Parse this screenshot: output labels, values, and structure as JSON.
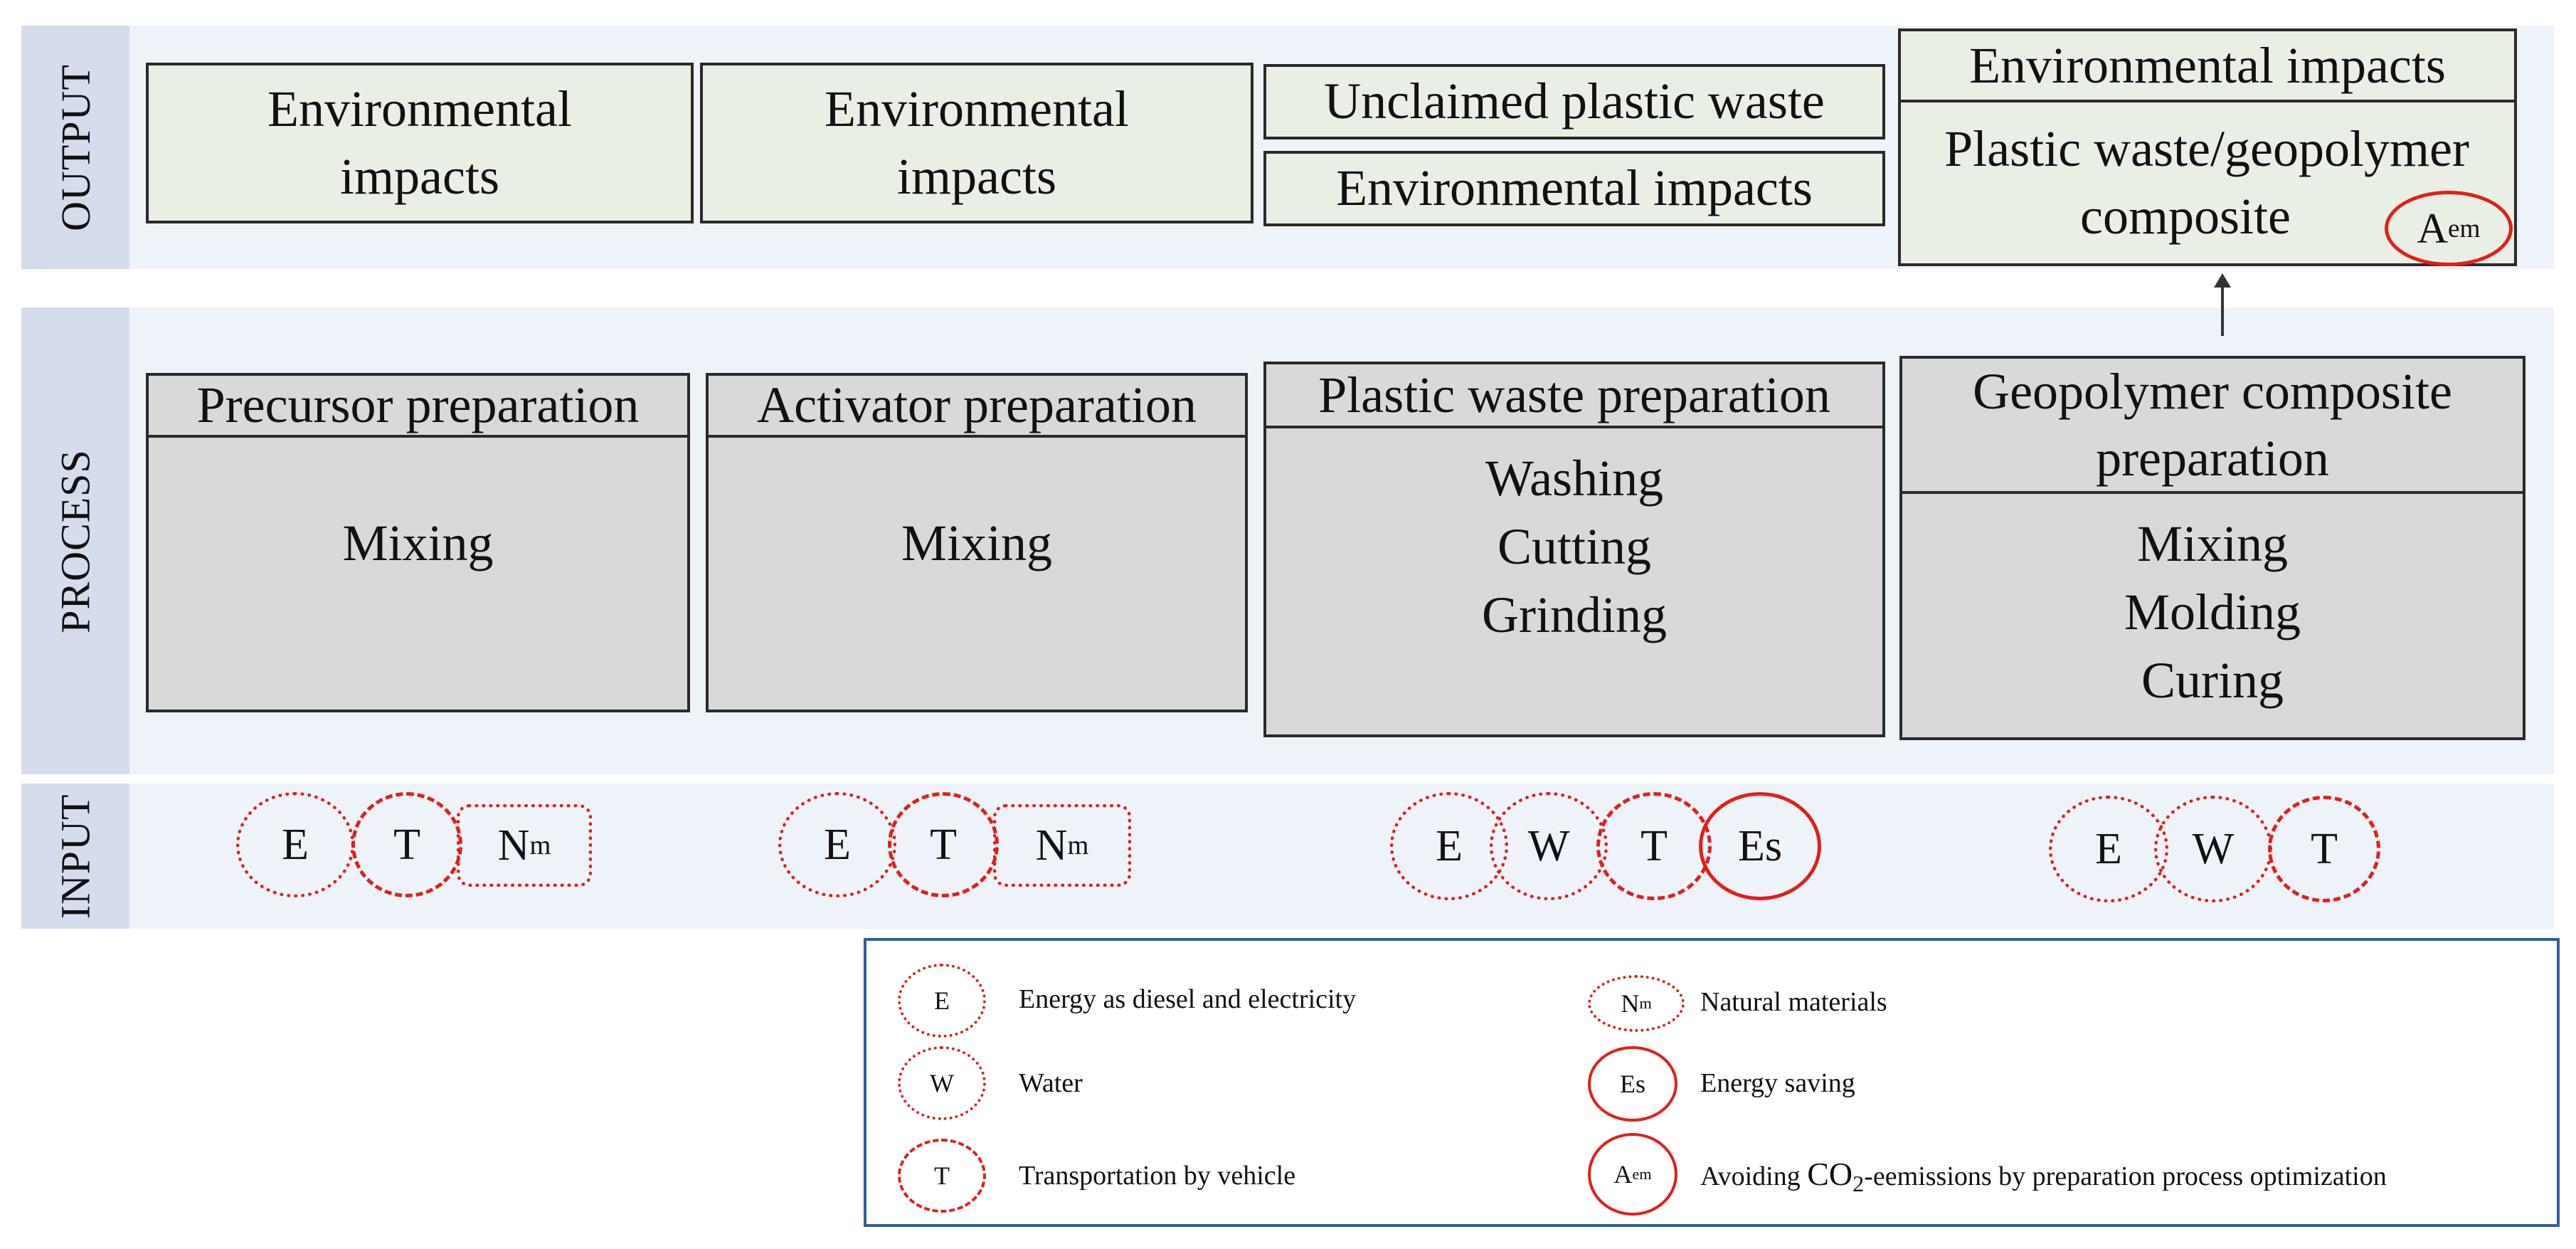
{
  "rows": {
    "output": "OUTPUT",
    "process": "PROCESS",
    "input": "INPUT"
  },
  "columns": [
    {
      "output": [
        "Environmental impacts"
      ],
      "process_title": "Precursor preparation",
      "process_steps": [
        "Mixing"
      ],
      "inputs": [
        "E",
        "T",
        "Nm"
      ]
    },
    {
      "output": [
        "Environmental impacts"
      ],
      "process_title": "Activator preparation",
      "process_steps": [
        "Mixing"
      ],
      "inputs": [
        "E",
        "T",
        "Nm"
      ]
    },
    {
      "output": [
        "Unclaimed plastic waste",
        "Environmental impacts"
      ],
      "process_title": "Plastic waste preparation",
      "process_steps": [
        "Washing",
        "Cutting",
        "Grinding"
      ],
      "inputs": [
        "E",
        "W",
        "T",
        "Es"
      ]
    },
    {
      "output": [
        "Environmental impacts",
        "Plastic waste/geopolymer composite"
      ],
      "output_badge": "Aem",
      "process_title": "Geopolymer composite preparation",
      "process_steps": [
        "Mixing",
        "Molding",
        "Curing"
      ],
      "inputs": [
        "E",
        "W",
        "T"
      ]
    }
  ],
  "output_text": {
    "c1_line1": "Environmental",
    "c1_line2": "impacts",
    "c2_line1": "Environmental",
    "c2_line2": "impacts",
    "c3_top": "Unclaimed plastic waste",
    "c3_bottom": "Environmental impacts",
    "c4_top": "Environmental impacts",
    "c4_line1": "Plastic waste/geopolymer",
    "c4_line2": "composite"
  },
  "process_text": {
    "c4_title_line1": "Geopolymer composite",
    "c4_title_line2": "preparation"
  },
  "symbols": {
    "E": "E",
    "T": "T",
    "W": "W",
    "Es": "Es",
    "N": "N",
    "m": "m",
    "A": "A",
    "em": "em"
  },
  "legend": {
    "items": [
      {
        "symbol": "E",
        "style": "dotted circle",
        "label": "Energy as diesel and electricity"
      },
      {
        "symbol": "W",
        "style": "dotted circle",
        "label": "Water"
      },
      {
        "symbol": "T",
        "style": "dashed circle",
        "label": "Transportation by vehicle"
      },
      {
        "symbol": "Nm",
        "style": "dotted rectangle",
        "label": "Natural materials"
      },
      {
        "symbol": "Es",
        "style": "solid circle",
        "label": "Energy saving"
      },
      {
        "symbol": "Aem",
        "style": "solid circle",
        "label_pre": "Avoiding",
        "label_co": "CO",
        "label_sub": "2",
        "label_post": "-eemissions by preparation process optimization"
      }
    ]
  },
  "colors": {
    "band_bg": "#eef2f9",
    "band_label_bg": "#d5dcec",
    "output_box_bg": "#e9efe5",
    "process_box_bg": "#d9d9d9",
    "symbol_red": "#e0201a",
    "legend_border": "#2f5f9e"
  }
}
